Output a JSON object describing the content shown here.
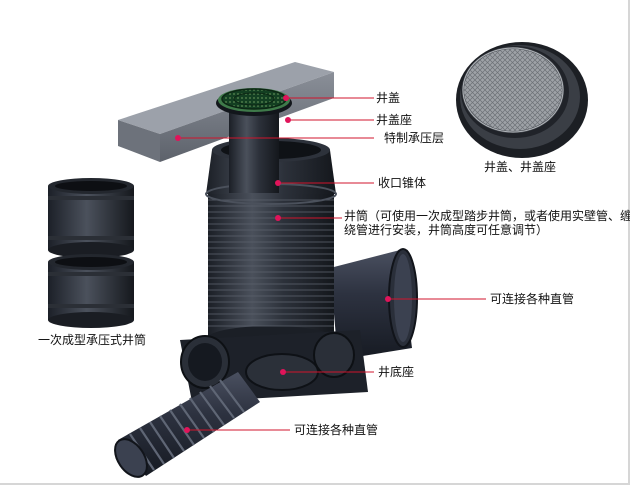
{
  "labels": {
    "cover": "井盖",
    "cover_seat": "井盖座",
    "bearing_layer": "特制承压层",
    "reducer_cone": "收口锥体",
    "shaft": "井筒（可使用一次成型踏步井筒，或者使用实壁管、缠绕管进行安装，井筒高度可任意调节）",
    "pipe_right": "可连接各种直管",
    "base_seat": "井底座",
    "pipe_bottom": "可连接各种直管",
    "inset_cover": "井盖、井盖座",
    "inset_shaft": "一次成型承压式井筒"
  },
  "colors": {
    "leader_line": "#d0142c",
    "pointer_dot": "#e0145a",
    "body_dark": "#2a2f38",
    "cover_green": "#0f3a20"
  }
}
